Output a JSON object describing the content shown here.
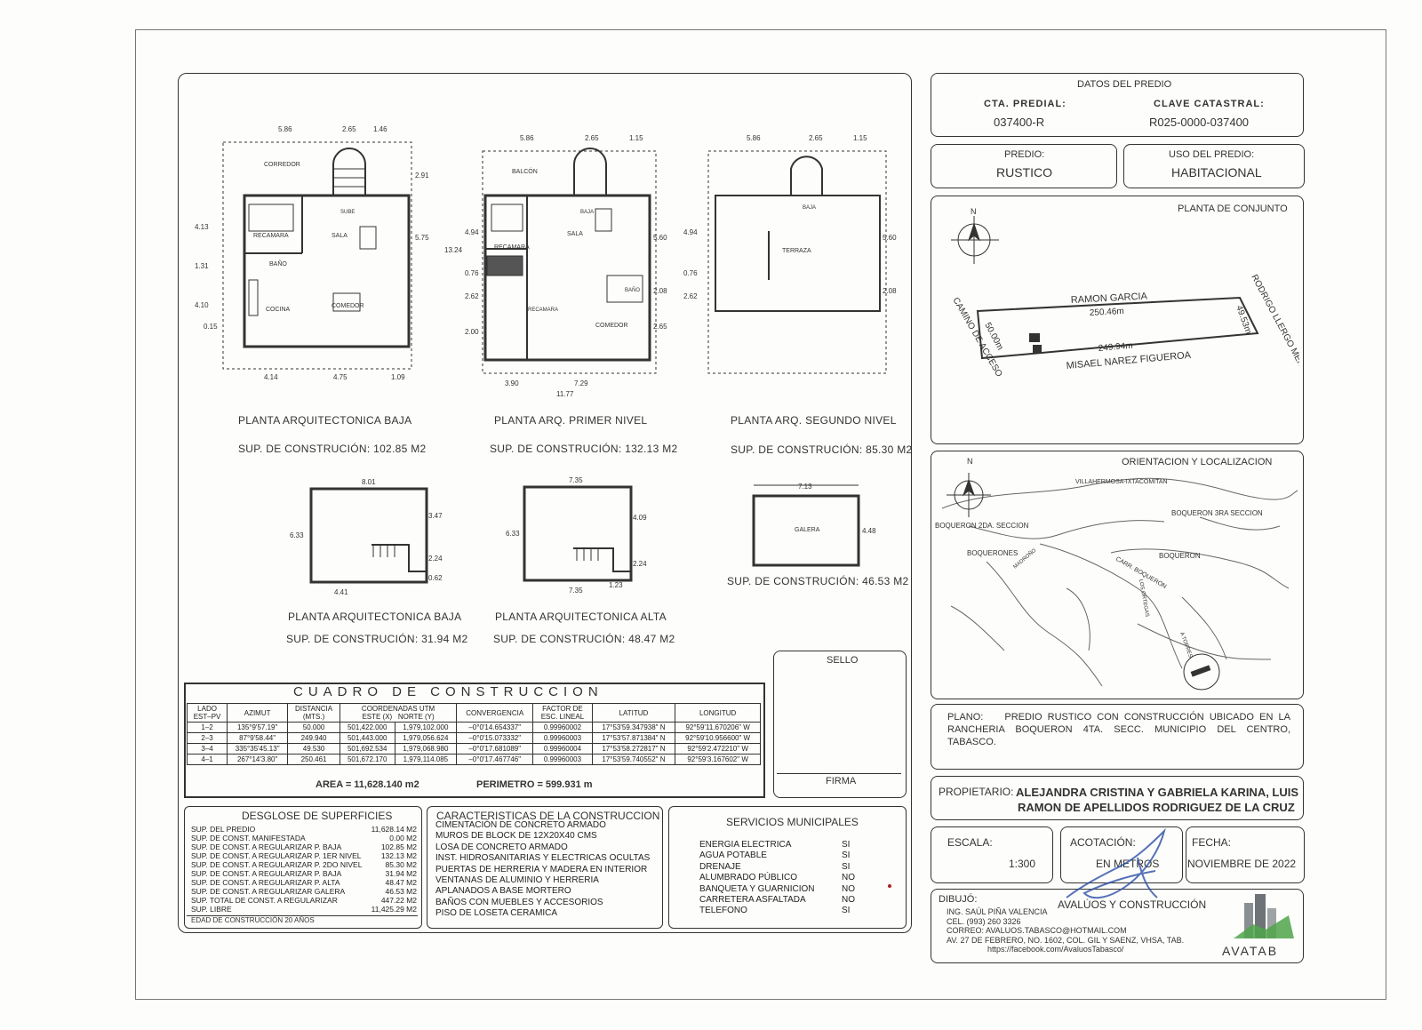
{
  "plans": {
    "planta_baja": {
      "title": "PLANTA ARQUITECTONICA BAJA",
      "sup": "SUP. DE CONSTRUCIÓN: 102.85 M2",
      "dims_top": [
        "5.86",
        "2.65",
        "1.46"
      ],
      "dims_bottom": [
        "4.14",
        "4.75",
        "1.09"
      ],
      "dims_left": [
        "4.13",
        "1.31",
        "4.10",
        "0.15"
      ],
      "dims_right": [
        "2.91",
        "5.75"
      ],
      "rooms": [
        "CORREDOR",
        "RECAMARA",
        "SALA",
        "BAÑO",
        "COCINA",
        "COMEDOR",
        "SUBE"
      ]
    },
    "planta_primer": {
      "title": "PLANTA ARQ. PRIMER NIVEL",
      "sup": "SUP. DE CONSTRUCIÓN: 132.13 M2",
      "dims_top": [
        "5.86",
        "2.65",
        "1.15"
      ],
      "dims_bottom": [
        "3.90",
        "7.29",
        "11.77"
      ],
      "dims_left": [
        "4.94",
        "13.24",
        "0.76",
        "2.62",
        "2.00"
      ],
      "dims_right": [
        "5.60",
        "2.08",
        "2.65"
      ],
      "rooms": [
        "BALCÓN",
        "RECAMARA",
        "SALA",
        "RECAMARA",
        "BAÑO",
        "COMEDOR",
        "BAJA"
      ]
    },
    "planta_segundo": {
      "title": "PLANTA ARQ. SEGUNDO NIVEL",
      "sup": "SUP. DE CONSTRUCIÓN: 85.30 M2",
      "dims_top": [
        "5.86",
        "2.65",
        "1.15"
      ],
      "dims_left": [
        "4.94",
        "0.76",
        "2.62"
      ],
      "dims_right": [
        "5.60",
        "2.08"
      ],
      "rooms": [
        "TERRAZA",
        "BAJA"
      ]
    },
    "anexo_baja": {
      "title": "PLANTA ARQUITECTONICA BAJA",
      "sup": "SUP. DE CONSTRUCIÓN: 31.94 M2",
      "dims": [
        "8.01",
        "6.33",
        "3.47",
        "2.24",
        "0.62",
        "4.41"
      ]
    },
    "anexo_alta": {
      "title": "PLANTA ARQUITECTONICA ALTA",
      "sup": "SUP. DE CONSTRUCIÓN: 48.47 M2",
      "dims": [
        "7.35",
        "6.33",
        "4.09",
        "2.24",
        "7.35",
        "1.23"
      ]
    },
    "galera": {
      "sup": "SUP. DE CONSTRUCIÓN: 46.53 M2",
      "room": "GALERA",
      "dims": [
        "7.13",
        "4.48"
      ]
    }
  },
  "cuadro": {
    "title": "CUADRO DE CONSTRUCCION",
    "headers": {
      "lado": "LADO",
      "est_pv": "EST–PV",
      "azimut": "AZIMUT",
      "distancia": "DISTANCIA",
      "mts": "(MTS.)",
      "coordenadas": "COORDENADAS UTM",
      "este": "ESTE (X)",
      "norte": "NORTE (Y)",
      "convergencia": "CONVERGENCIA",
      "factor": "FACTOR DE",
      "esc": "ESC. LINEAL",
      "latitud": "LATITUD",
      "longitud": "LONGITUD"
    },
    "rows": [
      [
        "1–2",
        "135°9'57.19\"",
        "50.000",
        "501,422.000",
        "1,979,102.000",
        "–0°0'14.654337\"",
        "0.99960002",
        "17°53'59.347938\" N",
        "92°59'11.670206\" W"
      ],
      [
        "2–3",
        "87°9'58.44\"",
        "249.940",
        "501,443.000",
        "1,979,056.624",
        "–0°0'15.073332\"",
        "0.99960003",
        "17°53'57.871384\" N",
        "92°59'10.956600\" W"
      ],
      [
        "3–4",
        "335°35'45.13\"",
        "49.530",
        "501,692.534",
        "1,979,068.980",
        "–0°0'17.681089\"",
        "0.99960004",
        "17°53'58.272817\" N",
        "92°59'2.472210\" W"
      ],
      [
        "4–1",
        "267°14'3.80\"",
        "250.461",
        "501,672.170",
        "1,979,114.085",
        "–0°0'17.467746\"",
        "0.99960003",
        "17°53'59.740552\" N",
        "92°59'3.167602\" W"
      ]
    ],
    "area": "AREA = 11,628.140 m2",
    "perimetro": "PERIMETRO = 599.931 m"
  },
  "sello": {
    "sello": "SELLO",
    "firma": "FIRMA"
  },
  "desglose": {
    "title": "DESGLOSE DE SUPERFICIES",
    "rows": [
      [
        "SUP. DEL PREDIO",
        "11,628.14 M2"
      ],
      [
        "SUP. DE CONST. MANIFESTADA",
        "0.00 M2"
      ],
      [
        "SUP. DE CONST. A REGULARIZAR P. BAJA",
        "102.85 M2"
      ],
      [
        "SUP. DE CONST. A REGULARIZAR P. 1ER NIVEL",
        "132.13 M2"
      ],
      [
        "SUP. DE CONST. A REGULARIZAR P. 2DO NIVEL",
        "85.30 M2"
      ],
      [
        "SUP. DE CONST. A REGULARIZAR P. BAJA",
        "31.94 M2"
      ],
      [
        "SUP. DE CONST. A REGULARIZAR P. ALTA",
        "48.47 M2"
      ],
      [
        "SUP. DE CONST. A REGULARIZAR GALERA",
        "46.53 M2"
      ],
      [
        "SUP. TOTAL DE CONST. A REGULARIZAR",
        "447.22 M2"
      ],
      [
        "SUP. LIBRE",
        "11,425.29 M2"
      ]
    ],
    "edad": "EDAD DE CONSTRUCCIÓN 20 AÑOS"
  },
  "caracteristicas": {
    "title": "CARACTERISTICAS DE LA CONSTRUCCION",
    "items": [
      "CIMENTACIÓN DE CONCRETO ARMADO",
      "MUROS DE BLOCK DE 12X20X40 CMS",
      "LOSA DE CONCRETO ARMADO",
      "INST. HIDROSANITARIAS Y ELECTRICAS OCULTAS",
      "PUERTAS DE HERRERIA Y MADERA EN INTERIOR",
      "VENTANAS DE ALUMINIO Y HERRERIA",
      "APLANADOS A BASE MORTERO",
      "BAÑOS CON MUEBLES Y ACCESORIOS",
      "PISO DE LOSETA CERAMICA"
    ]
  },
  "servicios": {
    "title": "SERVICIOS MUNICIPALES",
    "rows": [
      [
        "ENERGIA ELECTRICA",
        "SI"
      ],
      [
        "AGUA POTABLE",
        "SI"
      ],
      [
        "DRENAJE",
        "SI"
      ],
      [
        "ALUMBRADO PÚBLICO",
        "NO"
      ],
      [
        "BANQUETA Y GUARNICION",
        "NO"
      ],
      [
        "CARRETERA ASFALTADA",
        "NO"
      ],
      [
        "TELEFONO",
        "SI"
      ]
    ]
  },
  "datos": {
    "title": "DATOS DEL PREDIO",
    "cta_label": "CTA. PREDIAL:",
    "cta_value": "037400-R",
    "clave_label": "CLAVE CATASTRAL:",
    "clave_value": "R025-0000-037400",
    "predio_label": "PREDIO:",
    "predio_value": "RUSTICO",
    "uso_label": "USO DEL PREDIO:",
    "uso_value": "HABITACIONAL"
  },
  "conjunto": {
    "title": "PLANTA DE CONJUNTO",
    "north": "N",
    "north_side": "RAMON GARCIA",
    "north_len": "250.46m",
    "south_side": "MISAEL NAREZ FIGUEROA",
    "south_len": "249.94m",
    "east_side": "RODRIGO LLERGO MENDOZA",
    "east_len": "49.53m",
    "west_side": "CAMINO DE ACCESO",
    "west_len": "50.00m"
  },
  "localizacion": {
    "title": "ORIENTACION Y LOCALIZACION",
    "north": "N",
    "labels": [
      "VILLAHERMOSA-IXTACOMITAN",
      "BOQUERON 2DA. SECCION",
      "BOQUERON 3RA SECCION",
      "BOQUERONES",
      "BOQUERON",
      "CARR. BOQUERON",
      "MADROÑO",
      "LOS ORTEGAS",
      "A TORRES"
    ]
  },
  "plano": {
    "label": "PLANO:",
    "text": "PREDIO RUSTICO CON CONSTRUCCIÓN UBICADO EN LA RANCHERIA BOQUERON 4TA. SECC. MUNICIPIO DEL CENTRO, TABASCO."
  },
  "propietario": {
    "label": "PROPIETARIO:",
    "line1": "ALEJANDRA CRISTINA Y GABRIELA KARINA, LUIS",
    "line2": "RAMON DE APELLIDOS RODRIGUEZ DE LA CRUZ"
  },
  "escala": {
    "label": "ESCALA:",
    "value": "1:300"
  },
  "acotacion": {
    "label": "ACOTACIÓN:",
    "value": "EN METROS"
  },
  "fecha": {
    "label": "FECHA:",
    "value": "NOVIEMBRE DE 2022"
  },
  "dibujo": {
    "label": "DIBUJÓ:",
    "company": "AVALÚOS Y CONSTRUCCIÓN",
    "lines": [
      "ING. SAÚL PIÑA VALENCIA",
      "CEL. (993) 260 3326",
      "CORREO: AVALUOS.TABASCO@HOTMAIL.COM",
      "AV. 27 DE FEBRERO, NO. 1602, COL. GIL Y SAENZ, VHSA, TAB.",
      "https://facebook.com/AvaluosTabasco/"
    ],
    "logo": "AVATAB"
  },
  "colors": {
    "ink": "#333333",
    "logo_green": "#4fa44a",
    "logo_gray": "#8a8f93",
    "signature": "#2d4fa8"
  }
}
